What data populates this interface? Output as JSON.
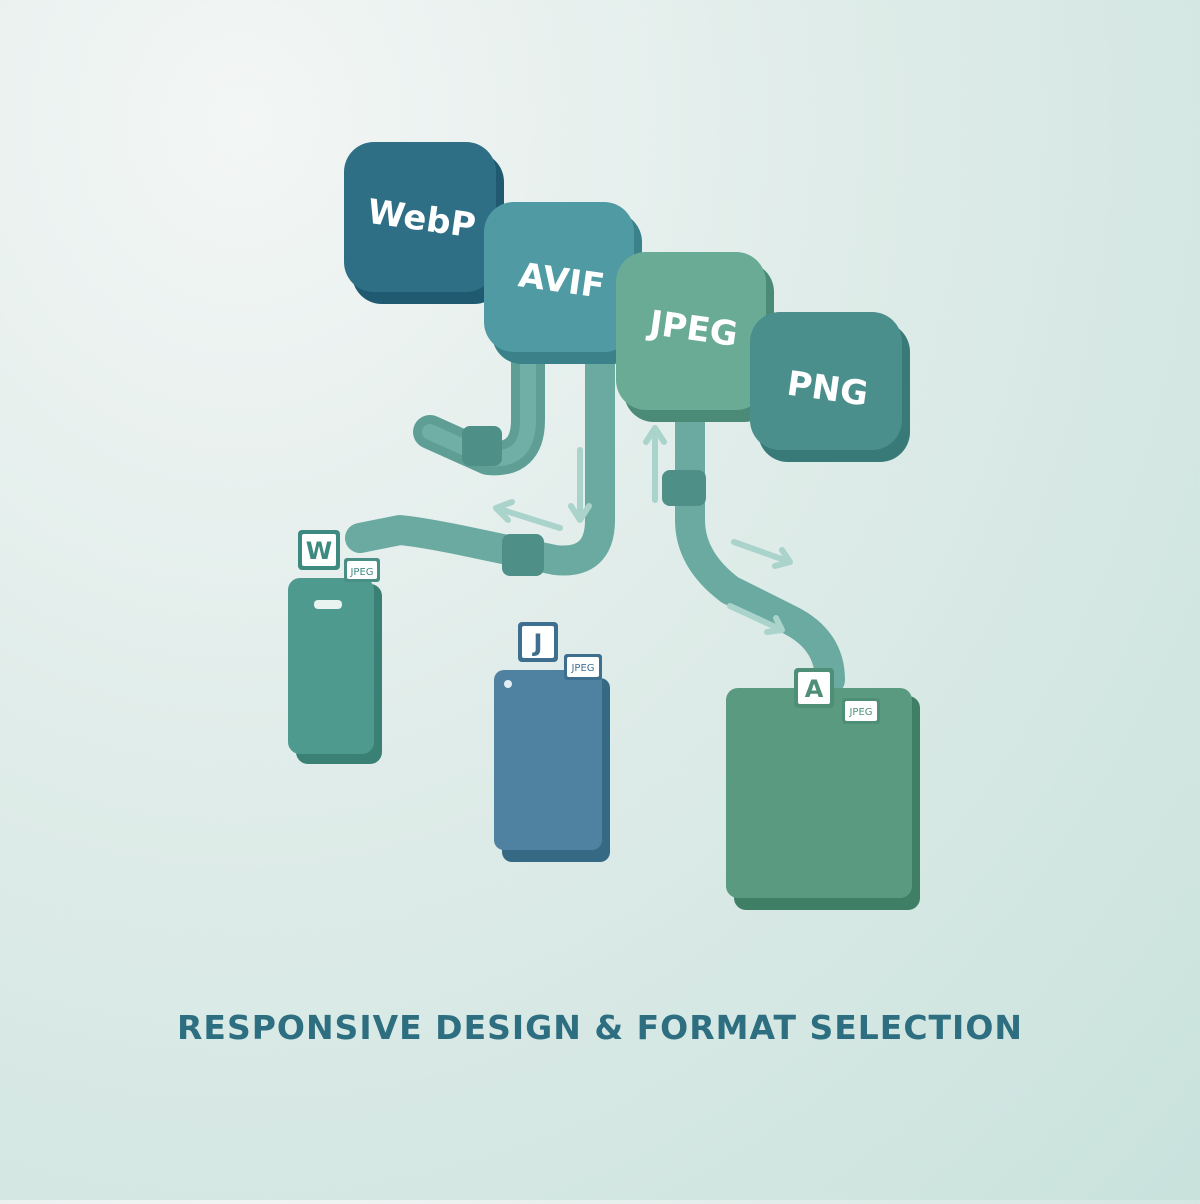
{
  "formats": [
    {
      "label": "WebP",
      "color": "#2f6f86"
    },
    {
      "label": "AVIF",
      "color": "#4f9aa3"
    },
    {
      "label": "JPEG",
      "color": "#5f9f8a"
    },
    {
      "label": "PNG",
      "color": "#4b8f8c"
    }
  ],
  "devices": {
    "phone": {
      "badge": "W",
      "tag": "JPEG"
    },
    "tablet": {
      "badge": "J",
      "tag": "JPEG"
    },
    "monitor": {
      "badge": "A",
      "tag": "JPEG"
    }
  },
  "colors": {
    "pipe": "#6aaaa1",
    "arrow": "#a9d3cb",
    "phone": "#4e9a8e",
    "tablet": "#4e82a0",
    "monitor": "#5a9a80",
    "caption": "#2d6e80"
  },
  "icons": [
    "arrow-icon"
  ],
  "caption": "RESPONSIVE DESIGN & FORMAT SELECTION"
}
